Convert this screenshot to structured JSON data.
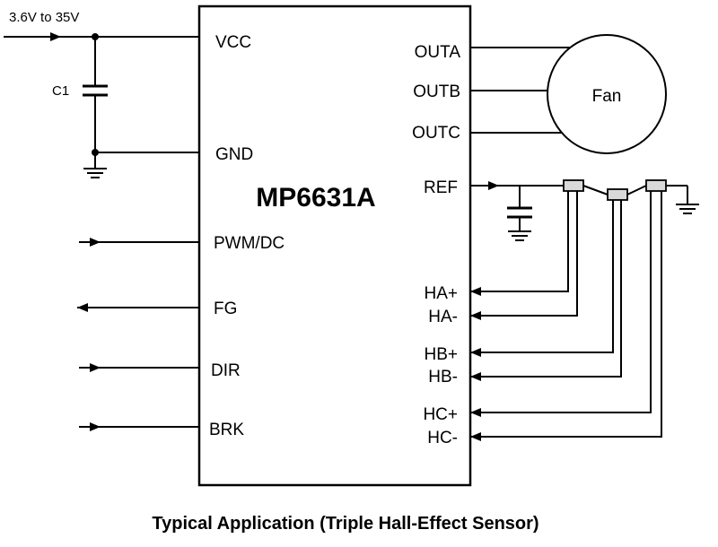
{
  "supply_label": "3.6V to 35V",
  "capacitor_label": "C1",
  "chip": {
    "name": "MP6631A",
    "left_pins": [
      "VCC",
      "GND",
      "PWM/DC",
      "FG",
      "DIR",
      "BRK"
    ],
    "right_pins": [
      "OUTA",
      "OUTB",
      "OUTC",
      "REF",
      "HA+",
      "HA-",
      "HB+",
      "HB-",
      "HC+",
      "HC-"
    ]
  },
  "fan_label": "Fan",
  "caption": "Typical Application (Triple Hall-Effect Sensor)"
}
